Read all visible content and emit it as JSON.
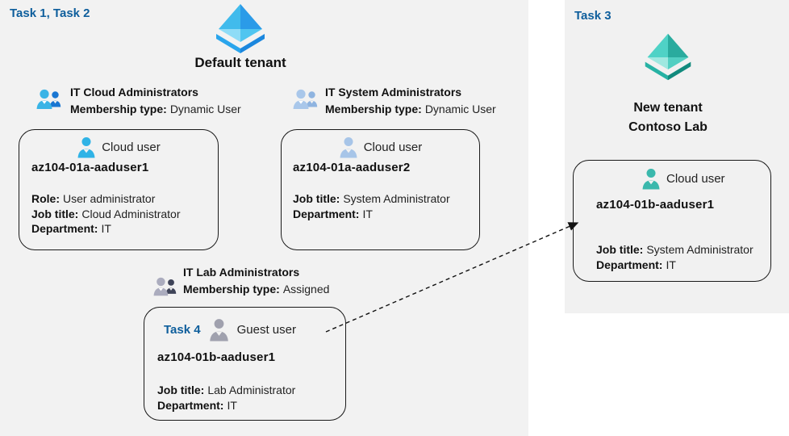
{
  "diagram": {
    "left": {
      "task_label": "Task 1, Task 2",
      "tenant_name": "Default tenant"
    },
    "right": {
      "task_label": "Task 3",
      "tenant_name_line1": "New tenant",
      "tenant_name_line2": "Contoso Lab"
    }
  },
  "groups": [
    {
      "name": "IT Cloud Administrators",
      "membership_label": "Membership type:",
      "membership_value": "Dynamic User"
    },
    {
      "name": "IT System Administrators",
      "membership_label": "Membership type:",
      "membership_value": "Dynamic User"
    },
    {
      "name": "IT Lab Administrators",
      "membership_label": "Membership type:",
      "membership_value": "Assigned"
    }
  ],
  "cards": [
    {
      "type_label": "Cloud user",
      "name": "az104-01a-aaduser1",
      "fields": [
        {
          "label": "Role:",
          "value": "User administrator"
        },
        {
          "label": "Job title:",
          "value": "Cloud Administrator"
        },
        {
          "label": "Department:",
          "value": "IT"
        }
      ]
    },
    {
      "type_label": "Cloud user",
      "name": "az104-01a-aaduser2",
      "fields": [
        {
          "label": "Job title:",
          "value": "System Administrator"
        },
        {
          "label": "Department:",
          "value": "IT"
        }
      ]
    },
    {
      "task_label": "Task 4",
      "type_label": "Guest user",
      "name": "az104-01b-aaduser1",
      "fields": [
        {
          "label": "Job title:",
          "value": "Lab Administrator"
        },
        {
          "label": "Department:",
          "value": "IT"
        }
      ]
    },
    {
      "type_label": "Cloud user",
      "name": "az104-01b-aaduser1",
      "fields": [
        {
          "label": "Job title:",
          "value": "System Administrator"
        },
        {
          "label": "Department:",
          "value": "IT"
        }
      ]
    }
  ],
  "icons": {
    "default_tenant": "azure-ad-tenant-icon-blue",
    "new_tenant": "azure-ad-tenant-icon-teal",
    "group_cloud": "group-people-icon-blue",
    "group_system": "group-people-icon-lightblue",
    "group_lab": "group-people-icon-gray",
    "cloud_user_1": "person-icon-cyan",
    "cloud_user_2": "person-icon-lightblue",
    "guest_user": "person-icon-gray",
    "cloud_user_new": "person-icon-teal"
  },
  "colors": {
    "task_blue": "#0e5e9c",
    "left_region_bg": "#f2f2f2",
    "right_region_bg": "#f1f1f1",
    "card_border": "#1a1a1a",
    "tenant_icon_blue": "#2196e8",
    "tenant_icon_teal": "#2aab9e",
    "cloud_user_cyan": "#2fb3e6",
    "cloud_user_lightblue": "#a7c5e8",
    "guest_user_gray": "#a0a1ae",
    "cloud_user_teal": "#3ab8ac"
  }
}
